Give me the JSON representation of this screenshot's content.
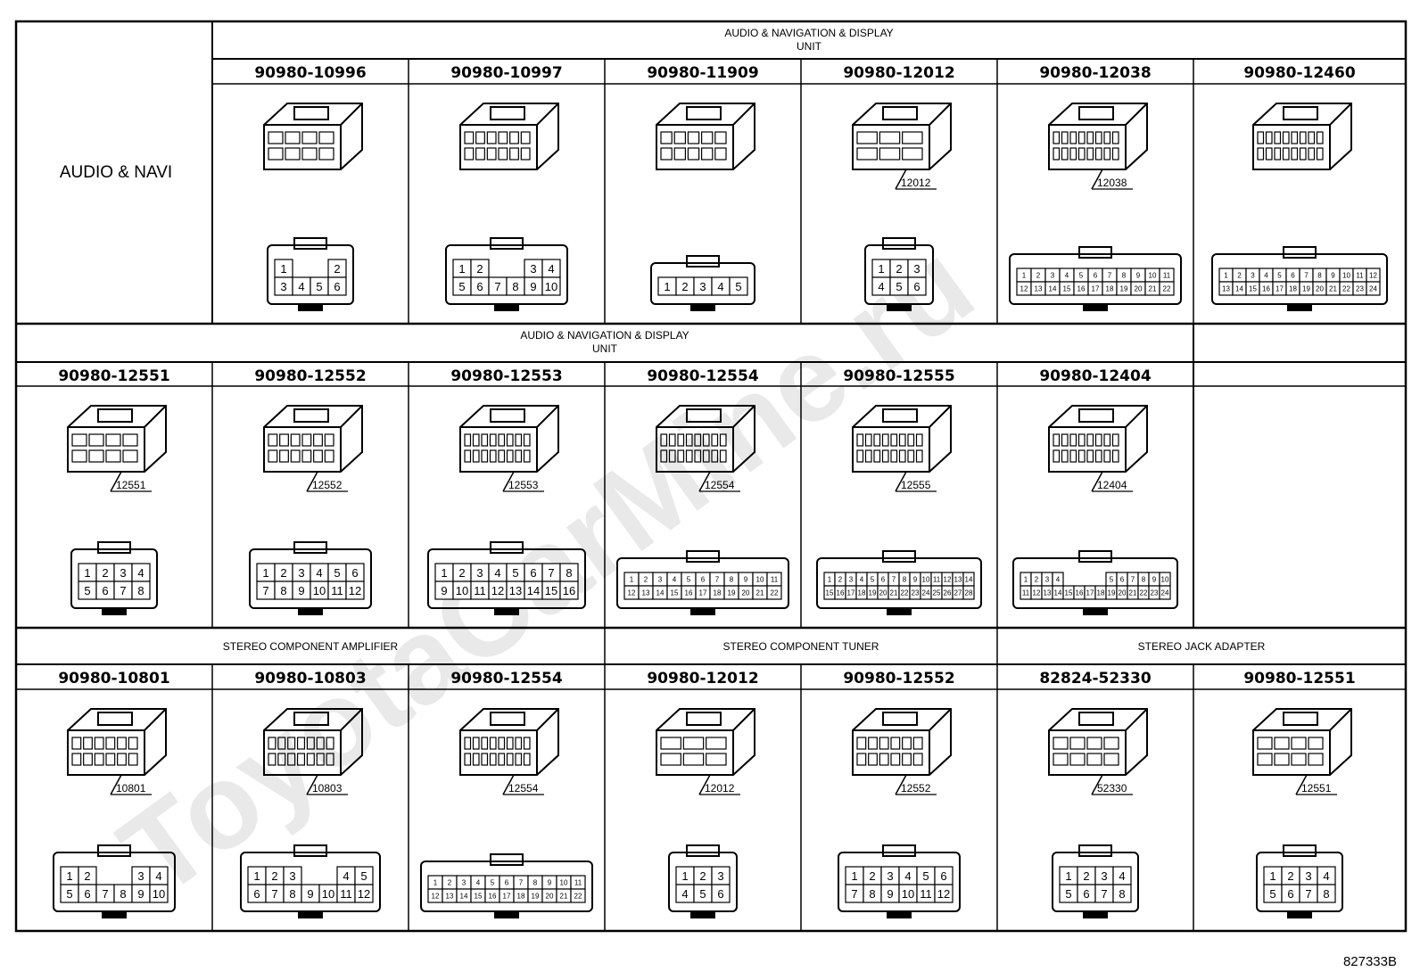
{
  "watermark": "ToyotaCarMine.ru",
  "figure_code": "827333B",
  "left_label": "AUDIO & NAVI",
  "rows": [
    {
      "groups": [
        {
          "span": [
            1,
            7
          ],
          "lines": [
            "AUDIO & NAVIGATION & DISPLAY",
            "UNIT"
          ]
        }
      ],
      "cells": [
        {
          "col": 1,
          "part": "90980-10996",
          "tag": "",
          "pins": [
            [
              "1",
              "",
              "",
              "2"
            ],
            [
              "3",
              "4",
              "5",
              "6"
            ]
          ]
        },
        {
          "col": 2,
          "part": "90980-10997",
          "tag": "",
          "pins": [
            [
              "1",
              "2",
              "",
              "",
              "3",
              "4"
            ],
            [
              "5",
              "6",
              "7",
              "8",
              "9",
              "10"
            ]
          ]
        },
        {
          "col": 3,
          "part": "90980-11909",
          "tag": "",
          "pins": [
            [
              "1",
              "2",
              "3",
              "4",
              "5"
            ]
          ]
        },
        {
          "col": 4,
          "part": "90980-12012",
          "tag": "12012",
          "pins": [
            [
              "1",
              "2",
              "3"
            ],
            [
              "4",
              "5",
              "6"
            ]
          ]
        },
        {
          "col": 5,
          "part": "90980-12038",
          "tag": "12038",
          "pins": [
            [
              "1",
              "2",
              "3",
              "4",
              "5",
              "6",
              "7",
              "8",
              "9",
              "10",
              "11"
            ],
            [
              "12",
              "13",
              "14",
              "15",
              "16",
              "17",
              "18",
              "19",
              "20",
              "21",
              "22"
            ]
          ]
        },
        {
          "col": 6,
          "part": "90980-12460",
          "tag": "",
          "pins": [
            [
              "1",
              "2",
              "3",
              "4",
              "5",
              "6",
              "7",
              "8",
              "9",
              "10",
              "11",
              "12"
            ],
            [
              "13",
              "14",
              "15",
              "16",
              "17",
              "18",
              "19",
              "20",
              "21",
              "22",
              "23",
              "24"
            ]
          ]
        }
      ]
    },
    {
      "groups": [
        {
          "span": [
            0,
            6
          ],
          "lines": [
            "AUDIO & NAVIGATION & DISPLAY",
            "UNIT"
          ]
        }
      ],
      "cells": [
        {
          "col": 0,
          "part": "90980-12551",
          "tag": "12551",
          "pins": [
            [
              "1",
              "2",
              "3",
              "4"
            ],
            [
              "5",
              "6",
              "7",
              "8"
            ]
          ]
        },
        {
          "col": 1,
          "part": "90980-12552",
          "tag": "12552",
          "pins": [
            [
              "1",
              "2",
              "3",
              "4",
              "5",
              "6"
            ],
            [
              "7",
              "8",
              "9",
              "10",
              "11",
              "12"
            ]
          ]
        },
        {
          "col": 2,
          "part": "90980-12553",
          "tag": "12553",
          "pins": [
            [
              "1",
              "2",
              "3",
              "4",
              "5",
              "6",
              "7",
              "8"
            ],
            [
              "9",
              "10",
              "11",
              "12",
              "13",
              "14",
              "15",
              "16"
            ]
          ]
        },
        {
          "col": 3,
          "part": "90980-12554",
          "tag": "12554",
          "pins": [
            [
              "1",
              "2",
              "3",
              "4",
              "5",
              "6",
              "7",
              "8",
              "9",
              "10",
              "11"
            ],
            [
              "12",
              "13",
              "14",
              "15",
              "16",
              "17",
              "18",
              "19",
              "20",
              "21",
              "22"
            ]
          ]
        },
        {
          "col": 4,
          "part": "90980-12555",
          "tag": "12555",
          "pins": [
            [
              "1",
              "2",
              "3",
              "4",
              "5",
              "6",
              "7",
              "8",
              "9",
              "10",
              "11",
              "12",
              "13",
              "14"
            ],
            [
              "15",
              "16",
              "17",
              "18",
              "19",
              "20",
              "21",
              "22",
              "23",
              "24",
              "25",
              "26",
              "27",
              "28"
            ]
          ]
        },
        {
          "col": 5,
          "part": "90980-12404",
          "tag": "12404",
          "pins": [
            [
              "1",
              "2",
              "3",
              "4",
              "",
              "",
              "",
              "",
              "5",
              "6",
              "7",
              "8",
              "9",
              "10"
            ],
            [
              "11",
              "12",
              "13",
              "14",
              "15",
              "16",
              "17",
              "18",
              "19",
              "20",
              "21",
              "22",
              "23",
              "24"
            ]
          ]
        }
      ]
    },
    {
      "groups": [
        {
          "span": [
            0,
            3
          ],
          "lines": [
            "STEREO COMPONENT AMPLIFIER"
          ]
        },
        {
          "span": [
            3,
            5
          ],
          "lines": [
            "STEREO COMPONENT TUNER"
          ]
        },
        {
          "span": [
            5,
            7
          ],
          "lines": [
            "STEREO JACK ADAPTER"
          ]
        }
      ],
      "cells": [
        {
          "col": 0,
          "part": "90980-10801",
          "tag": "10801",
          "pins": [
            [
              "1",
              "2",
              "",
              "",
              "3",
              "4"
            ],
            [
              "5",
              "6",
              "7",
              "8",
              "9",
              "10"
            ]
          ]
        },
        {
          "col": 1,
          "part": "90980-10803",
          "tag": "10803",
          "pins": [
            [
              "1",
              "2",
              "3",
              "",
              "",
              "4",
              "5"
            ],
            [
              "6",
              "7",
              "8",
              "9",
              "10",
              "11",
              "12"
            ]
          ]
        },
        {
          "col": 2,
          "part": "90980-12554",
          "tag": "12554",
          "pins": [
            [
              "1",
              "2",
              "3",
              "4",
              "5",
              "6",
              "7",
              "8",
              "9",
              "10",
              "11"
            ],
            [
              "12",
              "13",
              "14",
              "15",
              "16",
              "17",
              "18",
              "19",
              "20",
              "21",
              "22"
            ]
          ]
        },
        {
          "col": 3,
          "part": "90980-12012",
          "tag": "12012",
          "pins": [
            [
              "1",
              "2",
              "3"
            ],
            [
              "4",
              "5",
              "6"
            ]
          ]
        },
        {
          "col": 4,
          "part": "90980-12552",
          "tag": "12552",
          "pins": [
            [
              "1",
              "2",
              "3",
              "4",
              "5",
              "6"
            ],
            [
              "7",
              "8",
              "9",
              "10",
              "11",
              "12"
            ]
          ]
        },
        {
          "col": 5,
          "part": "82824-52330",
          "tag": "52330",
          "pins": [
            [
              "1",
              "2",
              "3",
              "4"
            ],
            [
              "5",
              "6",
              "7",
              "8"
            ]
          ]
        },
        {
          "col": 6,
          "part": "90980-12551",
          "tag": "12551",
          "pins": [
            [
              "1",
              "2",
              "3",
              "4"
            ],
            [
              "5",
              "6",
              "7",
              "8"
            ]
          ]
        }
      ]
    }
  ]
}
